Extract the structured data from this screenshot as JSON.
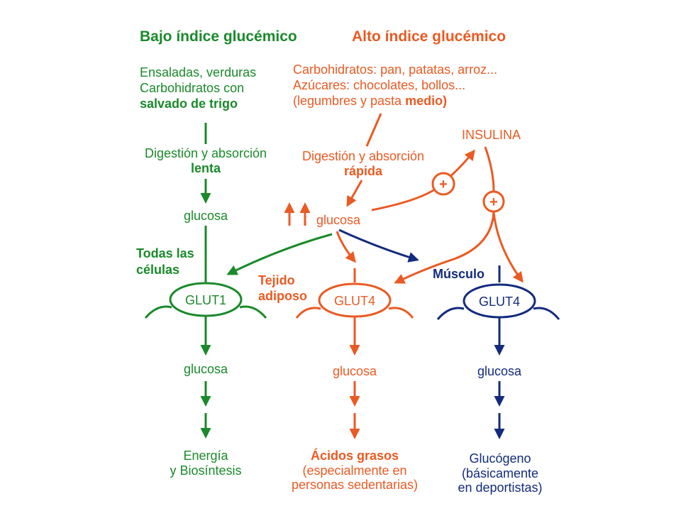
{
  "colors": {
    "green": "#1a8a2a",
    "orange": "#ea5a23",
    "blue": "#132b7e"
  },
  "low_gi": {
    "heading": "Bajo índice glucémico",
    "foods_line1": "Ensaladas, verduras",
    "foods_line2": "Carbohidratos con",
    "foods_line3": "salvado de trigo",
    "digestion_line1": "Digestión y absorción",
    "digestion_line2": "lenta",
    "glucose": "glucosa",
    "all_cells_line1": "Todas las",
    "all_cells_line2": "células",
    "transporter": "GLUT1",
    "glucose_after": "glucosa",
    "outcome_line1": "Energía",
    "outcome_line2": "y Biosíntesis"
  },
  "high_gi": {
    "heading": "Alto índice glucémico",
    "foods_line1": "Carbohidratos: pan, patatas, arroz...",
    "foods_line2": "Azúcares: chocolates, bollos...",
    "foods_line3_prefix": "(legumbres y pasta ",
    "foods_line3_bold": "medio)",
    "digestion_line1": "Digestión y absorción",
    "digestion_line2": "rápida",
    "glucose": "glucosa",
    "insulin": "INSULINA",
    "plus": "+",
    "adipose_line1": "Tejido",
    "adipose_line2": "adiposo",
    "adipose_transporter": "GLUT4",
    "adipose_glucose": "glucosa",
    "adipose_outcome_line1": "Ácidos grasos",
    "adipose_outcome_line2": "(especialmente en",
    "adipose_outcome_line3": "personas sedentarias)",
    "muscle_label": "Músculo",
    "muscle_transporter": "GLUT4",
    "muscle_glucose": "glucosa",
    "muscle_outcome_line1": "Glucógeno",
    "muscle_outcome_line2": "(básicamente",
    "muscle_outcome_line3": "en deportistas)"
  }
}
